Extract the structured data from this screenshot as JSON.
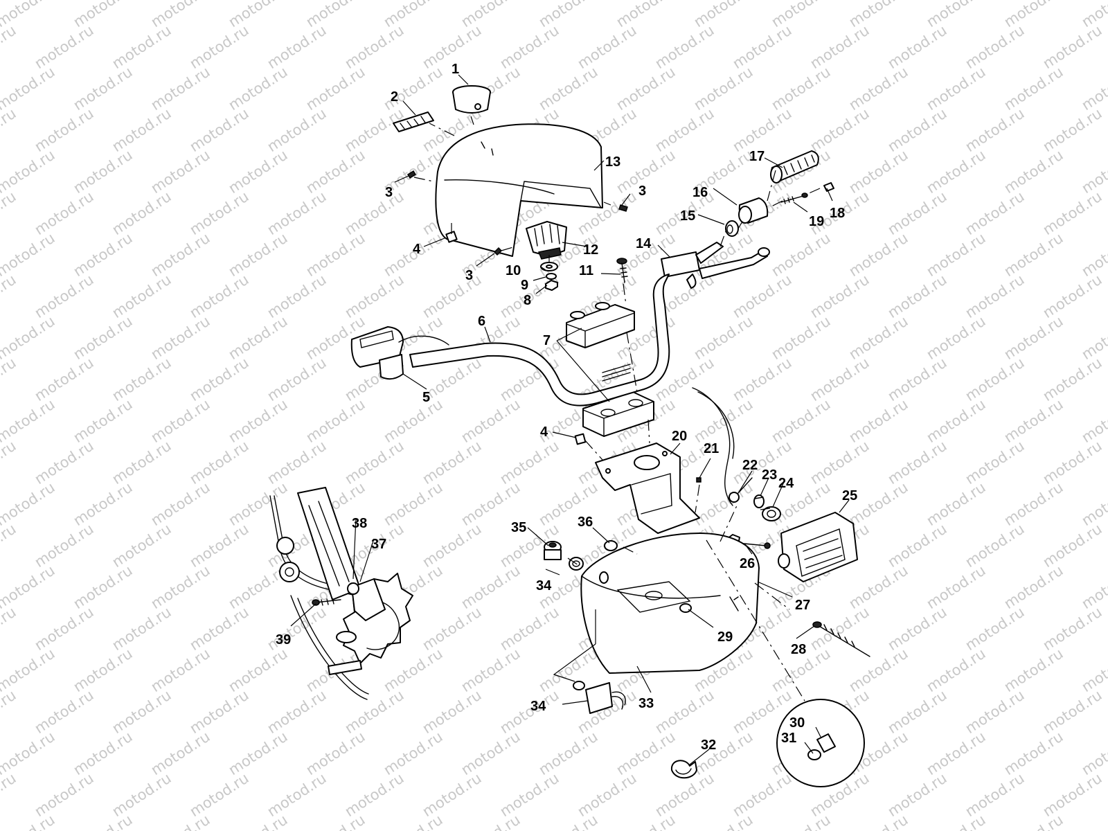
{
  "watermark": {
    "text": "motod.ru",
    "color": "#c8c8c8"
  },
  "callouts": [
    {
      "id": "c1",
      "label": "1"
    },
    {
      "id": "c2",
      "label": "2"
    },
    {
      "id": "c3a",
      "label": "3"
    },
    {
      "id": "c3b",
      "label": "3"
    },
    {
      "id": "c3c",
      "label": "3"
    },
    {
      "id": "c4a",
      "label": "4"
    },
    {
      "id": "c4b",
      "label": "4"
    },
    {
      "id": "c5",
      "label": "5"
    },
    {
      "id": "c6",
      "label": "6"
    },
    {
      "id": "c7",
      "label": "7"
    },
    {
      "id": "c8",
      "label": "8"
    },
    {
      "id": "c9",
      "label": "9"
    },
    {
      "id": "c10",
      "label": "10"
    },
    {
      "id": "c11",
      "label": "11"
    },
    {
      "id": "c12",
      "label": "12"
    },
    {
      "id": "c13",
      "label": "13"
    },
    {
      "id": "c14",
      "label": "14"
    },
    {
      "id": "c15",
      "label": "15"
    },
    {
      "id": "c16",
      "label": "16"
    },
    {
      "id": "c17",
      "label": "17"
    },
    {
      "id": "c18",
      "label": "18"
    },
    {
      "id": "c19",
      "label": "19"
    },
    {
      "id": "c20",
      "label": "20"
    },
    {
      "id": "c21",
      "label": "21"
    },
    {
      "id": "c22",
      "label": "22"
    },
    {
      "id": "c23",
      "label": "23"
    },
    {
      "id": "c24",
      "label": "24"
    },
    {
      "id": "c25",
      "label": "25"
    },
    {
      "id": "c26",
      "label": "26"
    },
    {
      "id": "c27",
      "label": "27"
    },
    {
      "id": "c28",
      "label": "28"
    },
    {
      "id": "c29",
      "label": "29"
    },
    {
      "id": "c30",
      "label": "30"
    },
    {
      "id": "c31",
      "label": "31"
    },
    {
      "id": "c32",
      "label": "32"
    },
    {
      "id": "c33",
      "label": "33"
    },
    {
      "id": "c34a",
      "label": "34"
    },
    {
      "id": "c34b",
      "label": "34"
    },
    {
      "id": "c35",
      "label": "35"
    },
    {
      "id": "c36",
      "label": "36"
    },
    {
      "id": "c37",
      "label": "37"
    },
    {
      "id": "c38",
      "label": "38"
    },
    {
      "id": "c39",
      "label": "39"
    }
  ]
}
